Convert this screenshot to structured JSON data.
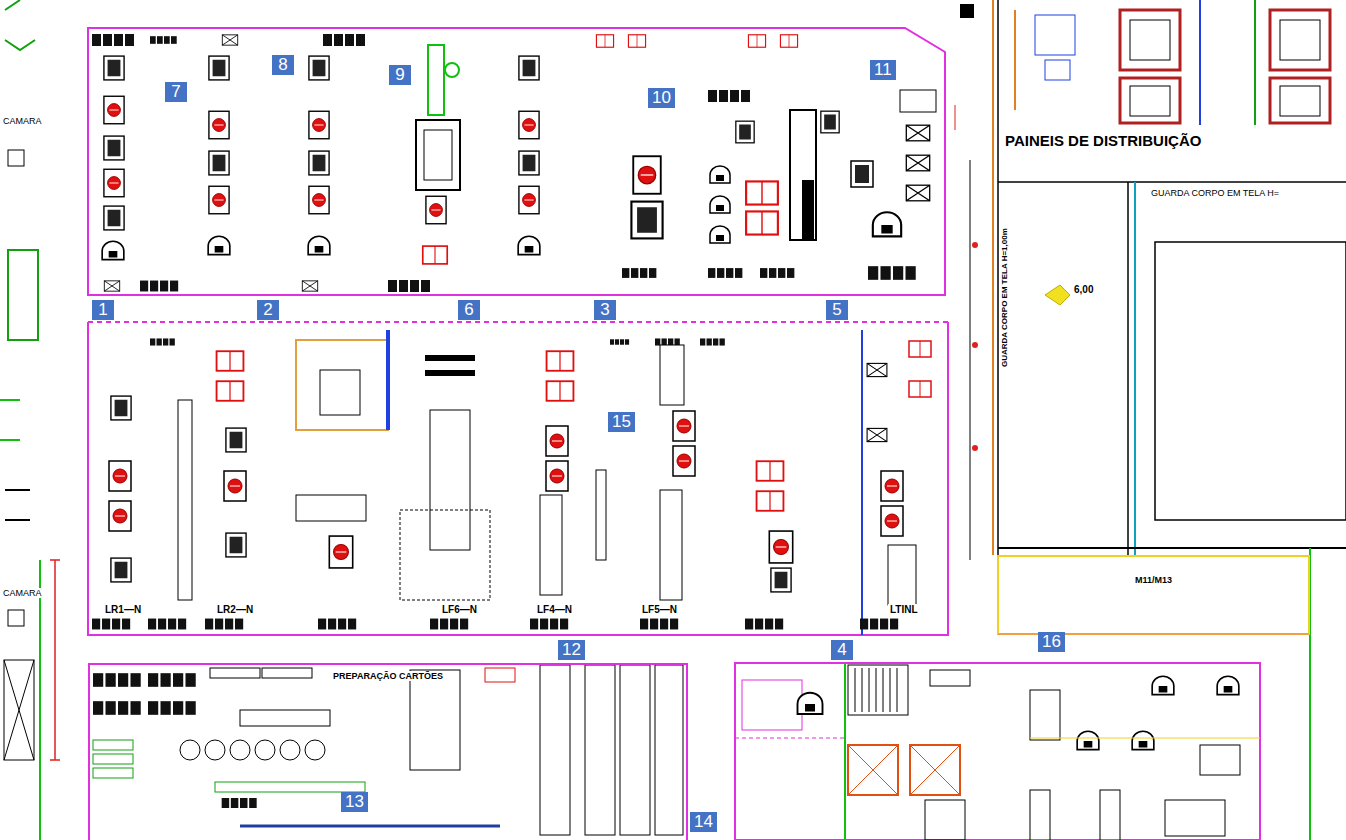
{
  "diagram": {
    "nodes": [
      {
        "text": [
          "PREPARAÇÃO CARTÕES"
        ]
      },
      {
        "text": [
          "PAINEIS DE DISTRIBUIÇÃO"
        ]
      },
      {
        "text": [
          "M11/M13"
        ]
      }
    ],
    "labels": [
      "1",
      "2",
      "3",
      "4",
      "5",
      "6",
      "7",
      "8",
      "9",
      "10",
      "11",
      "12",
      "13",
      "14",
      "15",
      "16",
      "LR1—N",
      "LR2—N",
      "LF6—N",
      "LF4—N",
      "LF5—N",
      "LTINL",
      "CAMARA",
      "CAMARA",
      "6,00",
      "GUARDA CORPO EM TELA H=",
      "GUARDA CORPO EM TELA H=1,00m"
    ]
  }
}
